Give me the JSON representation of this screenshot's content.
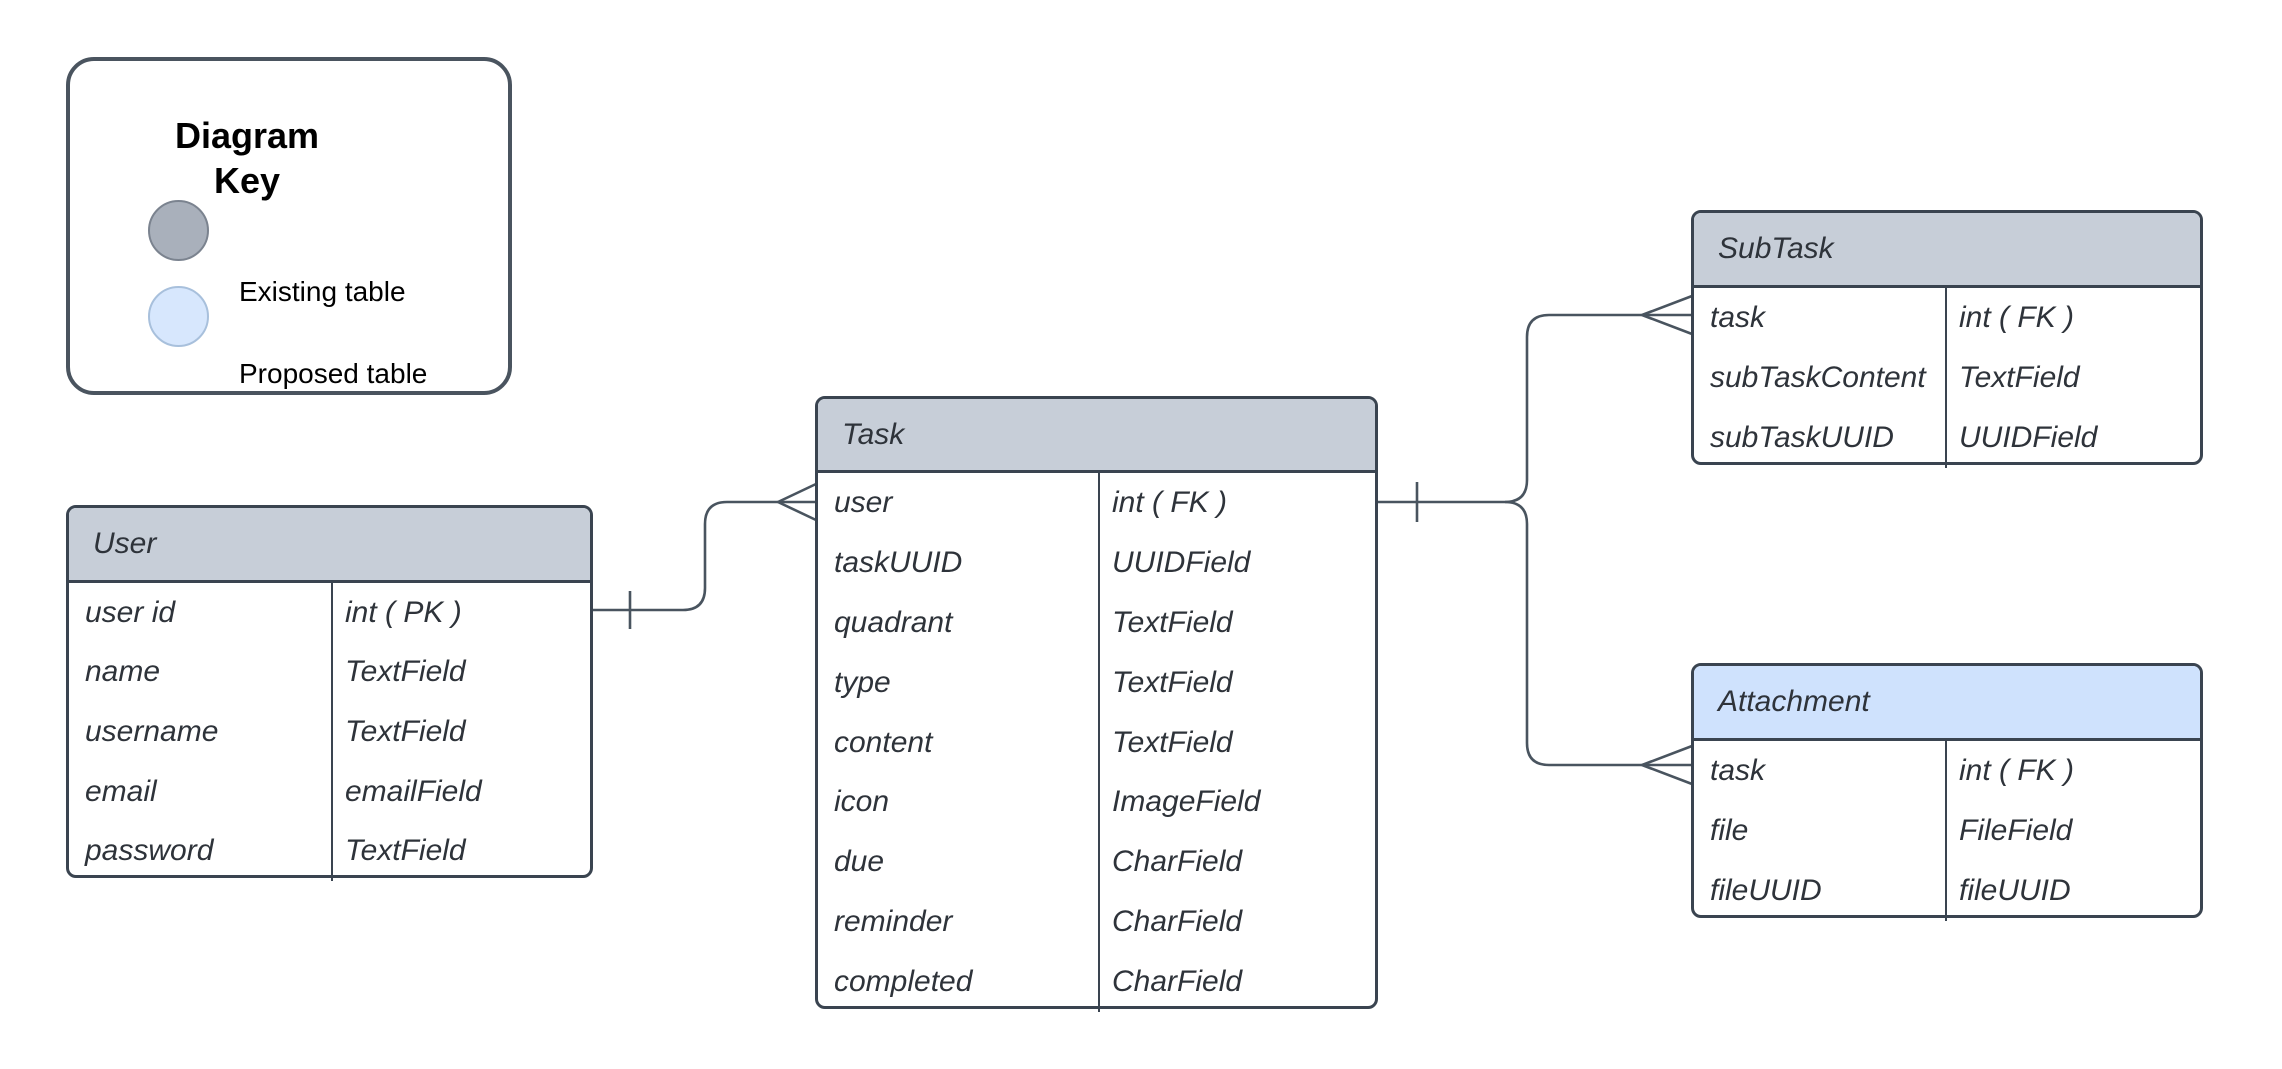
{
  "diagram_key": {
    "title_lines": [
      "Diagram",
      "Key"
    ],
    "items": [
      {
        "label": "Existing table",
        "swatch_color": "#a9b0bb"
      },
      {
        "label": "Proposed table",
        "swatch_color": "#d7e7fd"
      }
    ]
  },
  "tables": {
    "user": {
      "title": "User",
      "category": "existing",
      "rows": [
        {
          "field": "user id",
          "type": "int ( PK )"
        },
        {
          "field": "name",
          "type": "TextField"
        },
        {
          "field": "username",
          "type": "TextField"
        },
        {
          "field": "email",
          "type": "emailField"
        },
        {
          "field": "password",
          "type": "TextField"
        }
      ]
    },
    "task": {
      "title": "Task",
      "category": "existing",
      "rows": [
        {
          "field": "user",
          "type": "int ( FK )"
        },
        {
          "field": "taskUUID",
          "type": "UUIDField"
        },
        {
          "field": "quadrant",
          "type": "TextField"
        },
        {
          "field": "type",
          "type": "TextField"
        },
        {
          "field": "content",
          "type": "TextField"
        },
        {
          "field": "icon",
          "type": "ImageField"
        },
        {
          "field": "due",
          "type": "CharField"
        },
        {
          "field": "reminder",
          "type": "CharField"
        },
        {
          "field": "completed",
          "type": "CharField"
        }
      ]
    },
    "subtask": {
      "title": "SubTask",
      "category": "existing",
      "rows": [
        {
          "field": "task",
          "type": "int ( FK )"
        },
        {
          "field": "subTaskContent",
          "type": "TextField"
        },
        {
          "field": "subTaskUUID",
          "type": "UUIDField"
        }
      ]
    },
    "attachment": {
      "title": "Attachment",
      "category": "proposed",
      "rows": [
        {
          "field": "task",
          "type": "int ( FK )"
        },
        {
          "field": "file",
          "type": "FileField"
        },
        {
          "field": "fileUUID",
          "type": "fileUUID"
        }
      ]
    }
  },
  "relationships": [
    {
      "from": "User",
      "to": "Task",
      "cardinality": "one-to-many"
    },
    {
      "from": "Task",
      "to": "SubTask",
      "cardinality": "one-to-many"
    },
    {
      "from": "Task",
      "to": "Attachment",
      "cardinality": "one-to-many"
    }
  ],
  "colors": {
    "background": "#ffffff",
    "table_border": "#3a4450",
    "connector": "#49545f",
    "existing_header": "#c7ced8",
    "proposed_header": "#cfe2fd",
    "text": "#2e333a"
  }
}
